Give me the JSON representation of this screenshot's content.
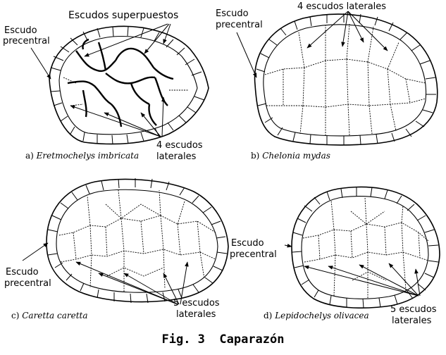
{
  "figure_title": "Fig. 3  Caparazón",
  "panels": [
    {
      "letter": "a)",
      "species": "Eretmochelys imbricata"
    },
    {
      "letter": "b)",
      "species": "Chelonia mydas"
    },
    {
      "letter": "c)",
      "species": "Caretta caretta"
    },
    {
      "letter": "d)",
      "species": "Lepidochelys olivacea"
    }
  ],
  "labels": {
    "a_overlap": "Escudos superpuestos",
    "a_precentral_1": "Escudo",
    "a_precentral_2": "precentral",
    "a_lateral_1": "4 escudos",
    "a_lateral_2": "laterales",
    "b_lateral": "4 escudos laterales",
    "b_precentral_1": "Escudo",
    "b_precentral_2": "precentral",
    "c_precentral_1": "Escudo",
    "c_precentral_2": "precentral",
    "c_lateral_1": "5 escudos",
    "c_lateral_2": "laterales",
    "d_precentral_1": "Escudo",
    "d_precentral_2": "precentral",
    "d_lateral_1": "5 escudos",
    "d_lateral_2": "laterales"
  }
}
